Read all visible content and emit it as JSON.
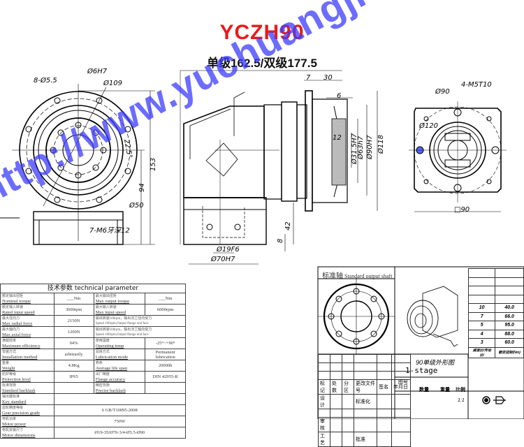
{
  "header": {
    "model": "YCZH90",
    "length_note": "单级162.5/双级177.5"
  },
  "front_view": {
    "labels": [
      "8-Ø5.5",
      "Ø6H7",
      "Ø109",
      "22.5°",
      "153",
      "94",
      "Ø50",
      "7-M6牙深12"
    ]
  },
  "side_view": {
    "labels": [
      "7",
      "30",
      "6",
      "12",
      "Ø31.5H7",
      "Ø63h7",
      "Ø90H7",
      "Ø118",
      "42",
      "8",
      "Ø19F6",
      "Ø70H7"
    ]
  },
  "flange_view": {
    "labels": [
      "Ø90",
      "4-M5T10",
      "Ø120",
      "□90"
    ]
  },
  "tech_table": {
    "title_cn": "技术参数",
    "title_en": "technical parameter",
    "rows": [
      {
        "cn1": "额定输出扭矩",
        "en1": "Nominal torque",
        "v1": "___Nm",
        "cn2": "最大输出扭矩",
        "en2": "Max output torque",
        "v2": "___Nm"
      },
      {
        "cn1": "额定输入转速",
        "en1": "Rated input speed",
        "v1": "3000rpm",
        "cn2": "最大输入转速",
        "en2": "Max input speed",
        "v2": "6000rpm"
      },
      {
        "cn1": "最大径向力",
        "en1": "Max radial force",
        "v1": "2150N",
        "cn2": "输出转速100rpm，输出法兰径向受力",
        "en2": "Speed 100rpm,Output flange end face",
        "v2": ""
      },
      {
        "cn1": "最大轴向力",
        "en1": "Max axial force",
        "v1": "1200N",
        "cn2": "输出转速100rpm，输出法兰轴向受力",
        "en2": "Speed 100rpm,Output flange end face",
        "v2": ""
      },
      {
        "cn1": "满载效率",
        "en1": "Maximum efficiency",
        "v1": "94%",
        "cn2": "使用温度",
        "en2": "Operating temp",
        "v2": "-25°~+90°"
      },
      {
        "cn1": "安装方式",
        "en1": "Installation method",
        "v1": "arbitrarily",
        "cn2": "润滑方式",
        "en2": "Lubrication mode",
        "v2": "Permanent lubrication"
      },
      {
        "cn1": "重量",
        "en1": "Weight",
        "v1": "4.8Kg",
        "cn2": "寿命",
        "en2": "Average life span",
        "v2": "20000h"
      },
      {
        "cn1": "防护等级",
        "en1": "Protection level",
        "v1": "IP65",
        "cn2": "出厂精度",
        "en2": "Flange accuracy",
        "v2": "DIN 42955-R"
      },
      {
        "cn1": "标准背隙",
        "en1": "Standard backlash",
        "v1": "",
        "cn2": "精密背隙",
        "en2": "Precise backlash",
        "v2": ""
      }
    ],
    "wide_rows": [
      {
        "cn": "输出键标准",
        "en": "Key standard",
        "v": ""
      },
      {
        "cn": "齿轮精度等级",
        "en": "Gear precision grade",
        "v": "6 GB/T10095-2008"
      },
      {
        "cn": "电机功率",
        "en": "Motor power",
        "v": "750W"
      },
      {
        "cn": "电机安装尺寸",
        "en": "Motor dimensions",
        "v": "Ø19-35/Ø70-3/4-Ø5.5-Ø90"
      }
    ]
  },
  "shaft_panel": {
    "label_cn": "标准轴",
    "label_en": "Standard output shaft"
  },
  "ratio_table": {
    "rows": [
      {
        "ratio": "",
        "torque": ""
      },
      {
        "ratio": "",
        "torque": ""
      },
      {
        "ratio": "",
        "torque": ""
      },
      {
        "ratio": "",
        "torque": ""
      },
      {
        "ratio": "10",
        "torque": "40.0"
      },
      {
        "ratio": "7",
        "torque": "66.0"
      },
      {
        "ratio": "5",
        "torque": "95.0"
      },
      {
        "ratio": "4",
        "torque": "88.0"
      },
      {
        "ratio": "3",
        "torque": "60.0"
      }
    ],
    "footer": {
      "ratio": "减速比/传动比/",
      "torque": "额定扭矩(Nm)"
    }
  },
  "title_block": {
    "drawing_name_cn": "90单级外形图",
    "drawing_name_en": "1-stage",
    "headers": [
      "标记",
      "处数",
      "分区",
      "更改文件号",
      "签名",
      "年月日"
    ],
    "material": "图号",
    "design": "设计",
    "standardize": "标准化",
    "review": "审核",
    "process": "工艺",
    "approve": "批准",
    "qty": "数量",
    "weight": "重量",
    "scale": "比例",
    "scale_value": "1:1"
  },
  "watermark": "http://www.yuchuangjidian.com"
}
